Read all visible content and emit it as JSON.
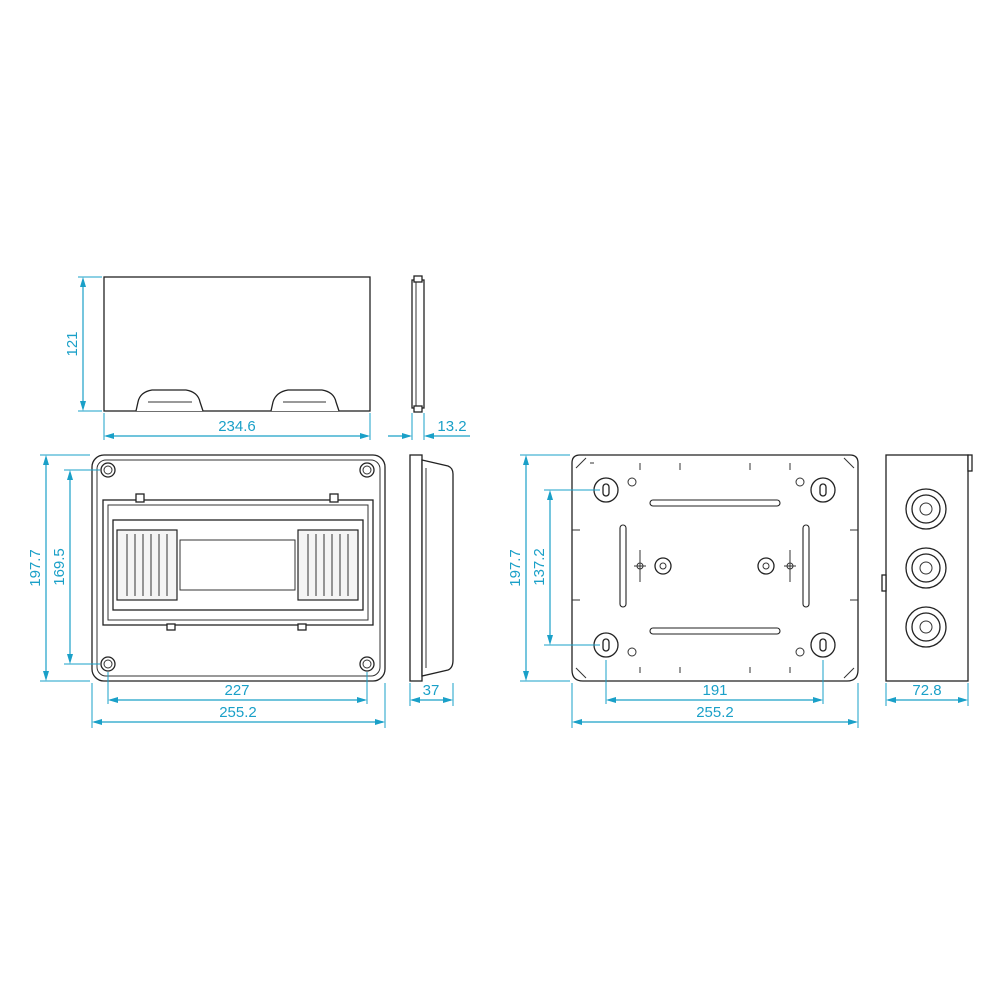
{
  "dimensions": {
    "cover_height": "121",
    "cover_width": "234.6",
    "cover_depth": "13.2",
    "front_height_outer": "197.7",
    "front_height_inner": "169.5",
    "front_width_inner": "227",
    "front_width_outer": "255.2",
    "side_depth": "37",
    "back_height_outer": "197.7",
    "back_height_inner": "137.2",
    "back_width_inner": "191",
    "back_width_outer": "255.2",
    "end_depth": "72.8"
  },
  "colors": {
    "dimension": "#1aa0c8",
    "outline": "#222222"
  }
}
